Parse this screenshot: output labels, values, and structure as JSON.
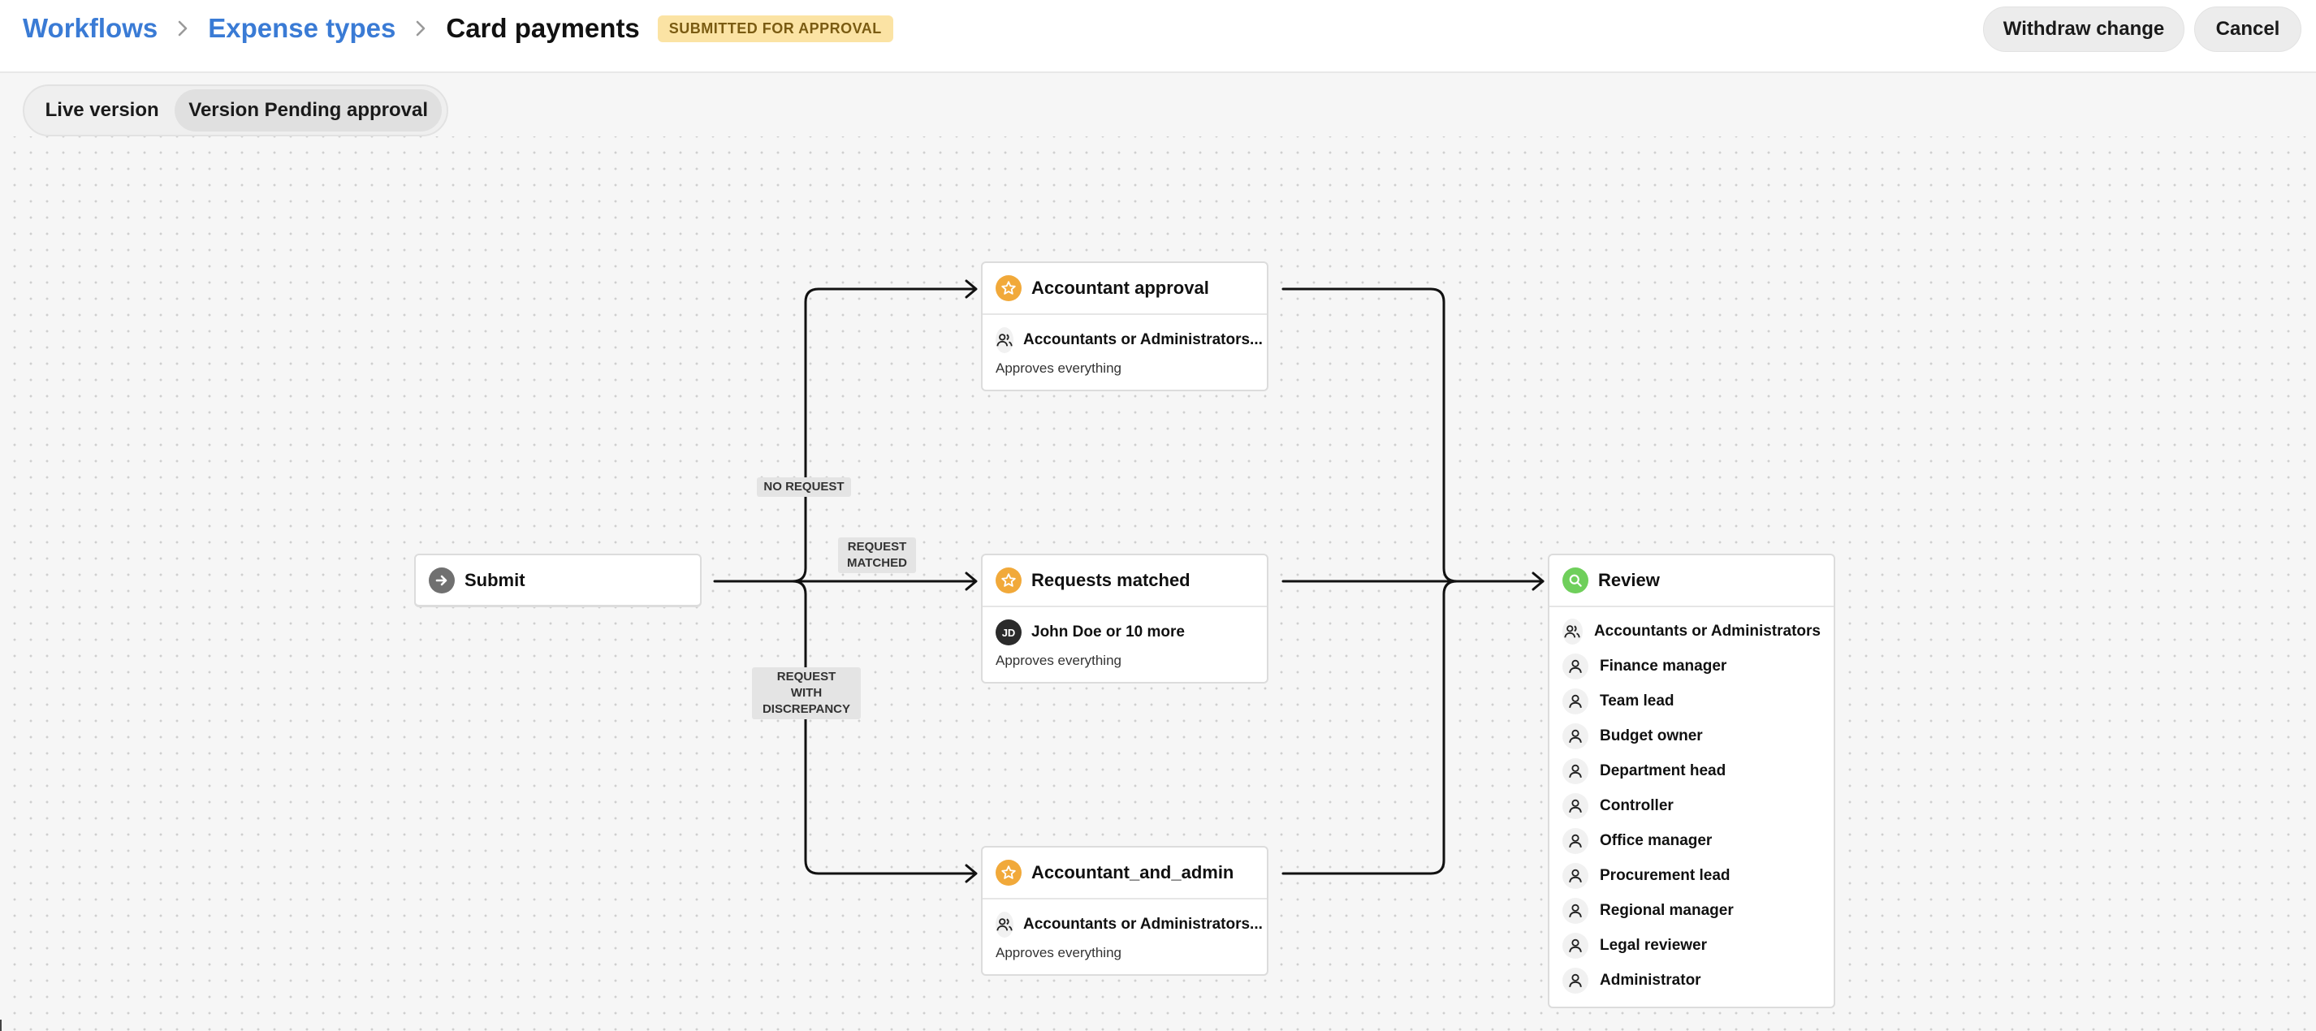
{
  "breadcrumb": {
    "items": [
      "Workflows",
      "Expense types"
    ],
    "current": "Card payments",
    "status_badge": "SUBMITTED FOR APPROVAL"
  },
  "header_actions": {
    "withdraw_label": "Withdraw change",
    "cancel_label": "Cancel"
  },
  "version_toggle": {
    "options": [
      "Live version",
      "Version Pending approval"
    ],
    "selected": "Version Pending approval"
  },
  "workflow": {
    "submit": {
      "label": "Submit",
      "icon": "arrow-right-icon"
    },
    "edge_labels": {
      "no_request": "NO REQUEST",
      "request_matched": [
        "REQUEST",
        "MATCHED"
      ],
      "request_with_discrepancy": [
        "REQUEST",
        "WITH",
        "DISCREPANCY"
      ]
    },
    "steps": [
      {
        "title": "Accountant approval",
        "icon": "star-icon",
        "assignee": "Accountants or Administrators...",
        "assignee_icon": "users-icon",
        "rule": "Approves everything"
      },
      {
        "title": "Requests matched",
        "icon": "star-icon",
        "assignee": "John Doe or 10 more",
        "assignee_initials": "JD",
        "rule": "Approves everything"
      },
      {
        "title": "Accountant_and_admin",
        "icon": "star-icon",
        "assignee": "Accountants or Administrators...",
        "assignee_icon": "users-icon",
        "rule": "Approves everything"
      }
    ],
    "review": {
      "title": "Review",
      "icon": "search-icon",
      "members": [
        "Accountants or Administrators",
        "Finance manager",
        "Team lead",
        "Budget owner",
        "Department head",
        "Controller",
        "Office manager",
        "Procurement lead",
        "Regional manager",
        "Legal reviewer",
        "Administrator"
      ]
    }
  },
  "colors": {
    "link": "#3a7bd5",
    "badge_bg": "#fbe3a4",
    "badge_text": "#7a5b12",
    "approval_icon": "#f1a93a",
    "review_icon": "#6fcf5b"
  }
}
